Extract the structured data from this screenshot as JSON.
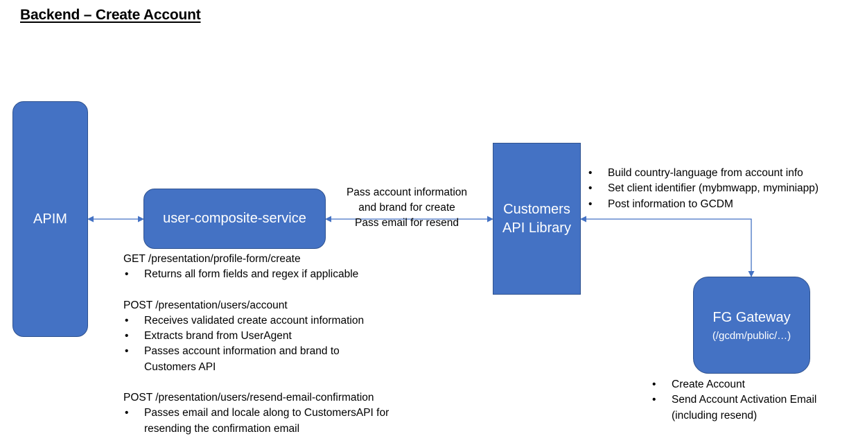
{
  "title": "Backend – Create Account",
  "boxes": {
    "apim": "APIM",
    "user_composite": "user-composite-service",
    "customers_api_line1": "Customers",
    "customers_api_line2": "API Library",
    "fg_gateway": "FG Gateway",
    "fg_gateway_path": "(/gcdm/public/…)"
  },
  "arrow_label": {
    "line1": "Pass account information",
    "line2": "and brand for create",
    "line3": "Pass email for resend"
  },
  "customers_notes": [
    "Build country-language from account info",
    "Set client identifier (mybmwapp, myminiapp)",
    "Post information to GCDM"
  ],
  "gateway_notes": [
    "Create Account",
    "Send Account Activation Email",
    "(including resend)"
  ],
  "endpoints": [
    {
      "heading": "GET /presentation/profile-form/create",
      "items": [
        "Returns all form fields and regex if applicable"
      ]
    },
    {
      "heading": "POST /presentation/users/account",
      "items": [
        "Receives validated create account information",
        "Extracts brand from UserAgent",
        "Passes account information and brand to",
        "Customers API"
      ]
    },
    {
      "heading": "POST /presentation/users/resend-email-confirmation",
      "items": [
        "Passes email and locale along to CustomersAPI for",
        "resending the confirmation email"
      ]
    }
  ],
  "colors": {
    "box_fill": "#4472c4",
    "box_border": "#2f528f",
    "arrow": "#4472c4"
  }
}
